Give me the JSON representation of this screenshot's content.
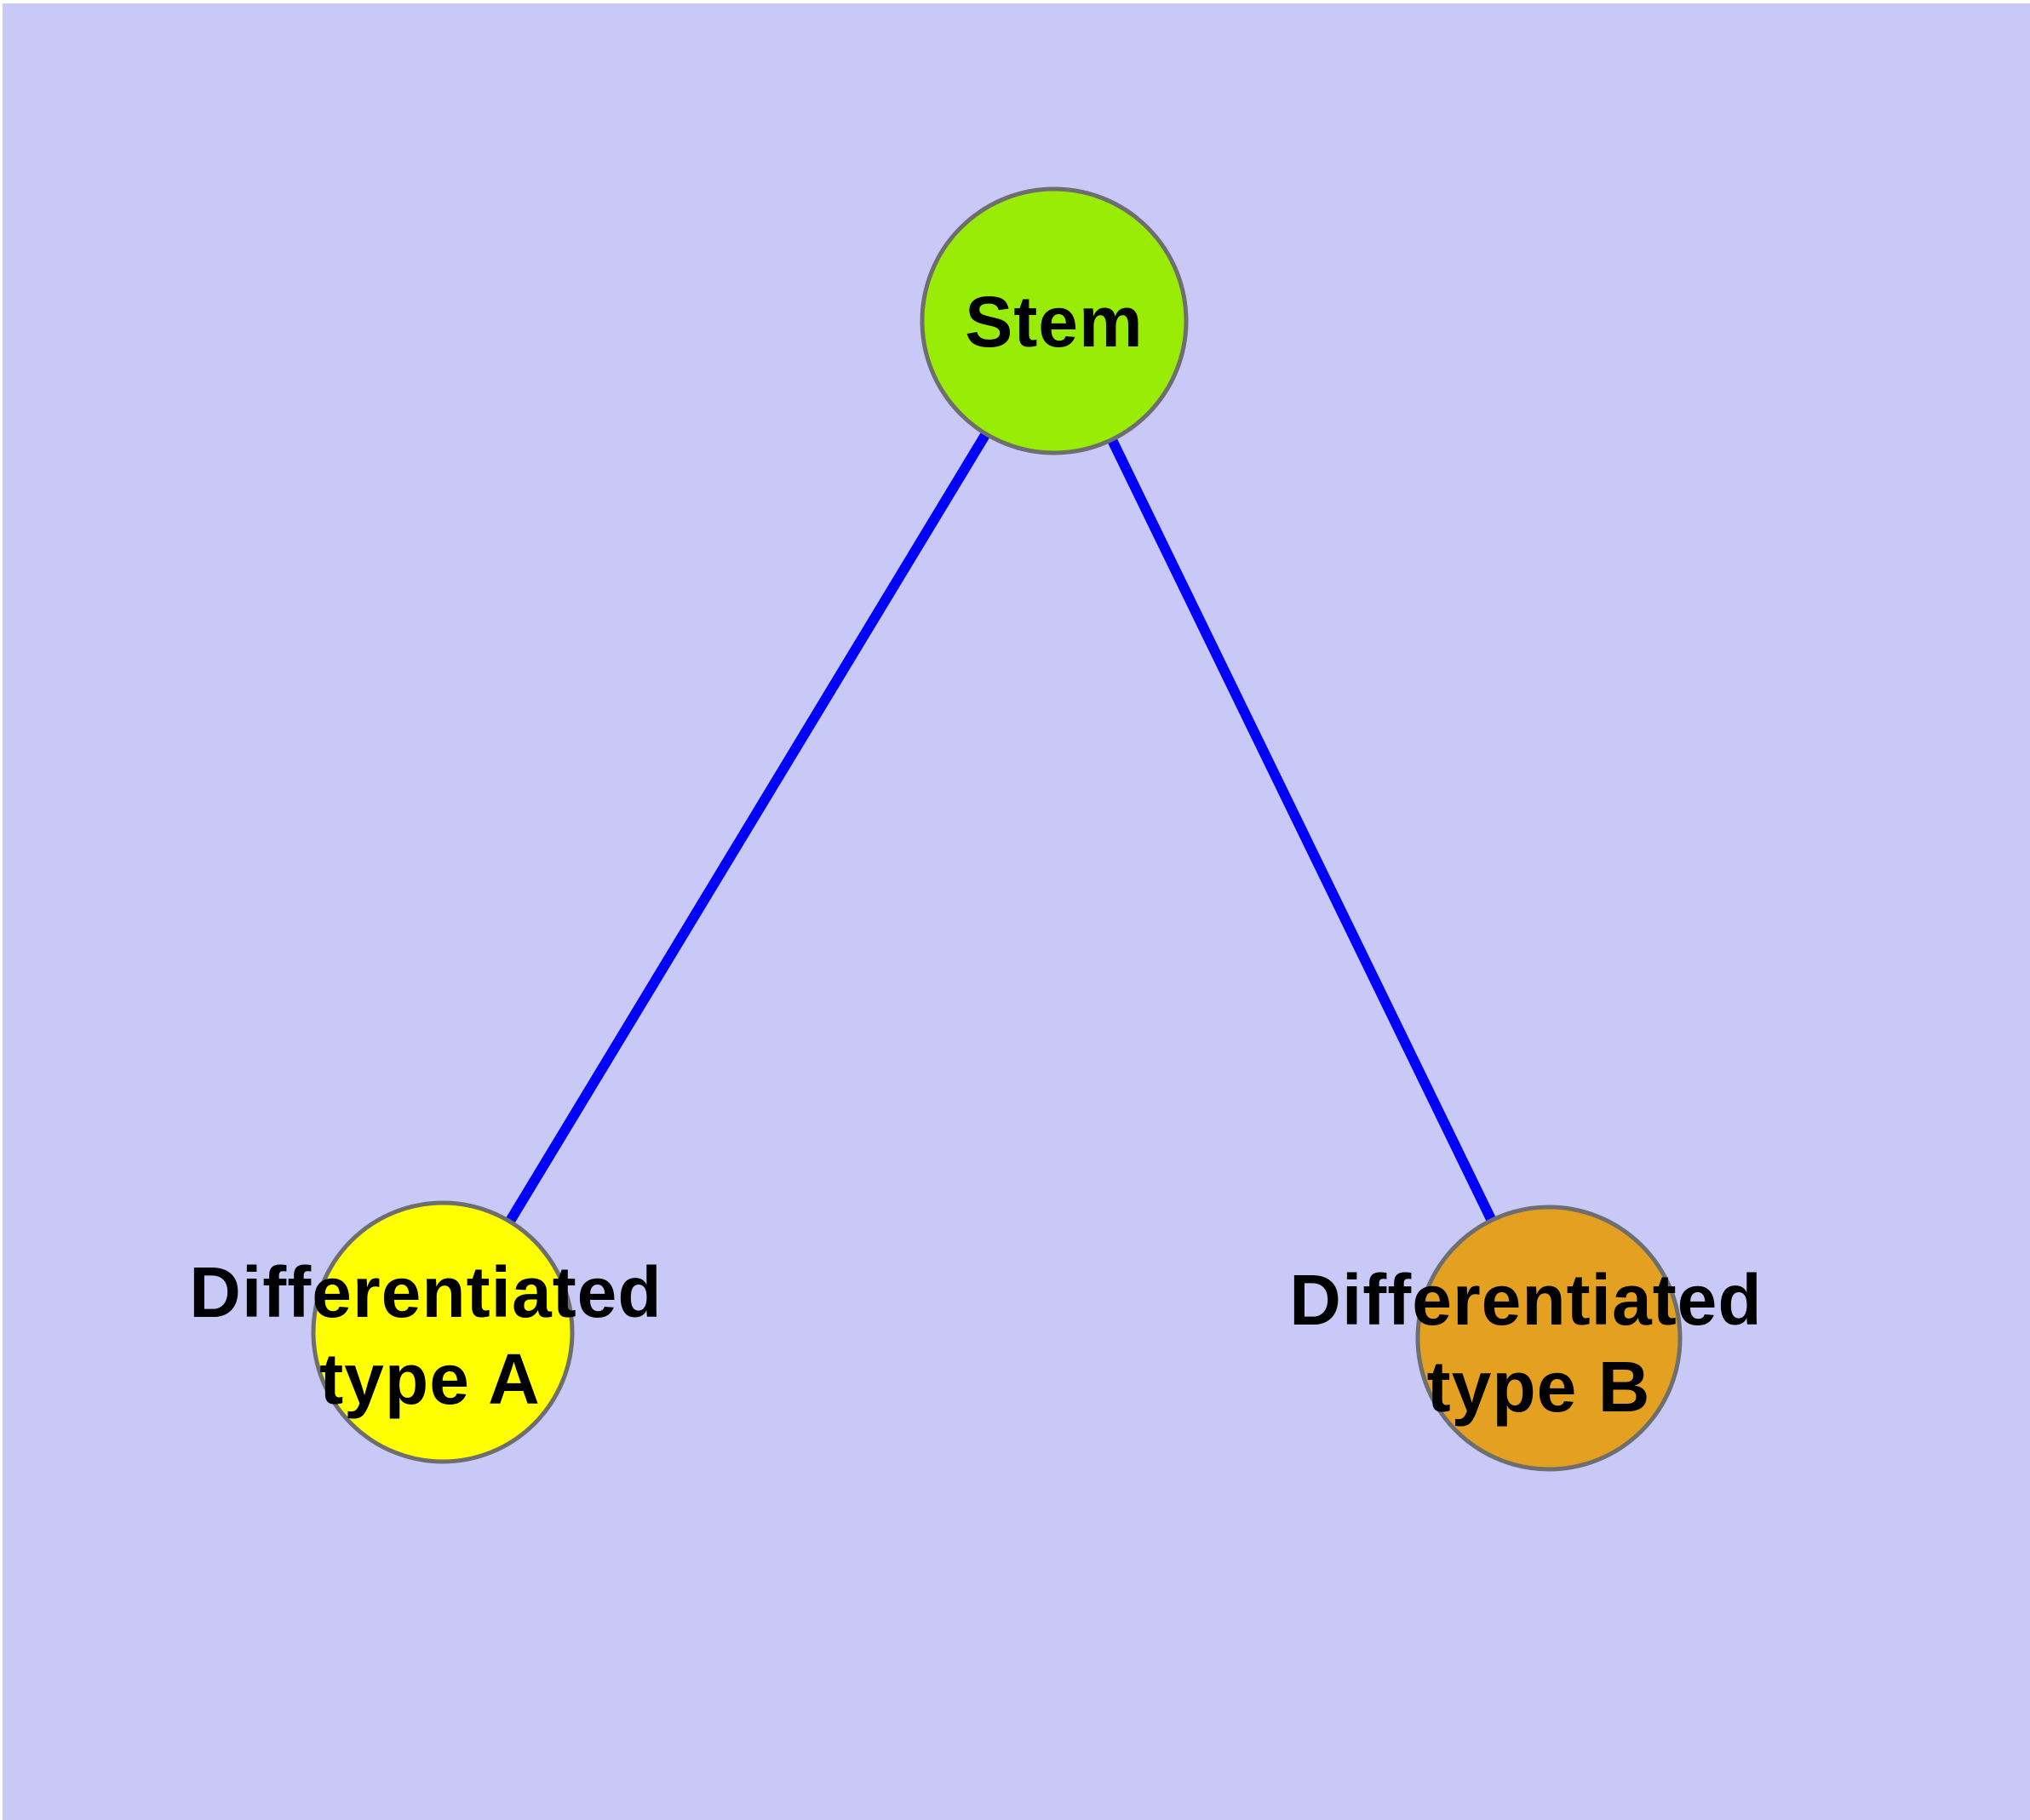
{
  "diagram": {
    "type": "node-link-graph",
    "background_color": "#C9C9F8",
    "page_color": "#FFFFFF",
    "edge_color": "#0202F8",
    "node_border_color": "#6E6E6E",
    "text_color": "#000000",
    "nodes": [
      {
        "id": "stem",
        "label": "Stem",
        "fill": "#99EC05"
      },
      {
        "id": "differentiated-type-a",
        "label_line1": "Differentiated",
        "label_line2": "type A",
        "fill": "#FFFF00"
      },
      {
        "id": "differentiated-type-b",
        "label_line1": "Differentiated",
        "label_line2": "type B",
        "fill": "#E4A020"
      }
    ],
    "edges": [
      {
        "from": "Stem",
        "to": "Differentiated type A"
      },
      {
        "from": "Stem",
        "to": "Differentiated type B"
      }
    ]
  }
}
